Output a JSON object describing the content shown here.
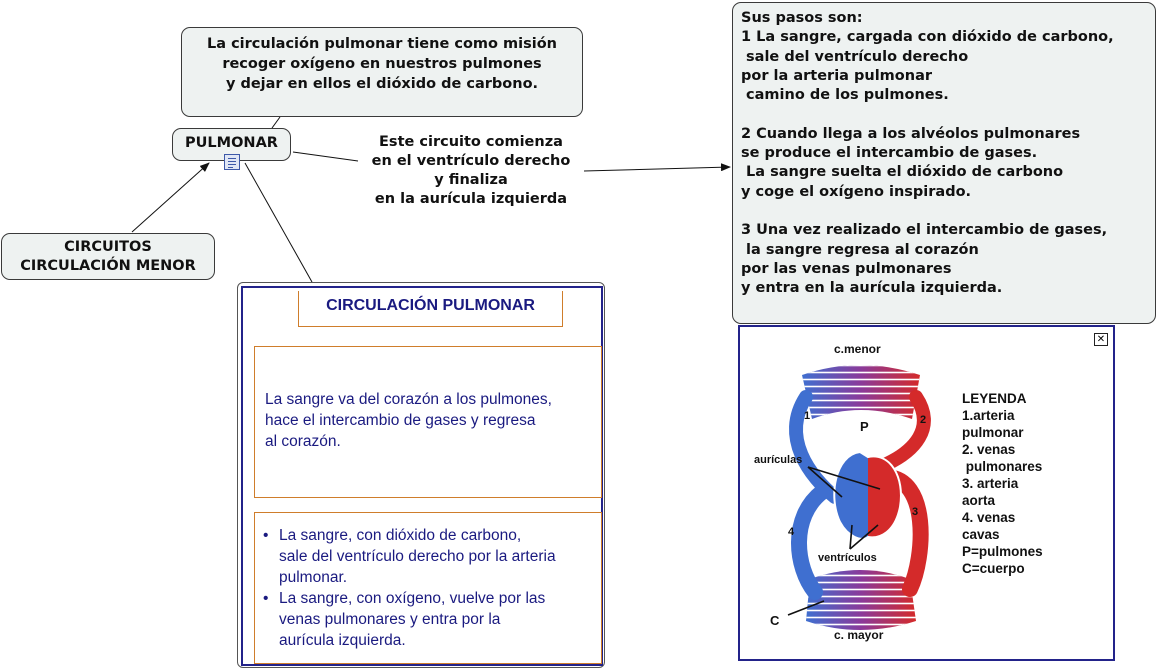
{
  "mission": {
    "lines": [
      "La circulación pulmonar tiene como misión",
      "recoger oxígeno en nuestros pulmones",
      "y dejar en ellos el dióxido de carbono."
    ]
  },
  "central": {
    "label": "PULMONAR",
    "icon": "document-icon"
  },
  "parent": {
    "lines": [
      "CIRCUITOS",
      "CIRCULACIÓN MENOR"
    ]
  },
  "circuit_label": {
    "lines": [
      "Este circuito comienza",
      "en el ventrículo derecho",
      "y finaliza",
      "en la aurícula izquierda"
    ]
  },
  "steps": {
    "lines": [
      "Sus pasos son:",
      "1 La sangre, cargada con dióxido de carbono,",
      " sale del ventrículo derecho",
      "por la arteria pulmonar",
      " camino de los pulmones.",
      "",
      "2 Cuando llega a los alvéolos pulmonares",
      "se produce el intercambio de gases.",
      " La sangre suelta el dióxido de carbono",
      "y coge el oxígeno inspirado.",
      "",
      "3 Una vez realizado el intercambio de gases,",
      " la sangre regresa al corazón",
      "por las venas pulmonares",
      "y entra en la aurícula izquierda."
    ]
  },
  "panel": {
    "title": "CIRCULACIÓN PULMONAR",
    "description_lines": [
      "La sangre va del corazón a los pulmones,",
      "hace el intercambio de gases y regresa",
      "al corazón."
    ],
    "bullets": [
      {
        "marker": "•",
        "lines": [
          "La sangre, con dióxido de carbono,",
          "sale del ventrículo derecho por la arteria",
          "pulmonar."
        ]
      },
      {
        "marker": "•",
        "lines": [
          "La sangre, con oxígeno, vuelve por las",
          "venas pulmonares y entra por la",
          "aurícula izquierda."
        ]
      }
    ]
  },
  "image_panel": {
    "close_symbol": "✕",
    "labels": {
      "c_menor": "c.menor",
      "c_mayor": "c. mayor",
      "auriculas": "aurículas",
      "ventriculos": "ventrículos",
      "p": "P",
      "c": "C",
      "n1": "1",
      "n2": "2",
      "n3": "3",
      "n4": "4"
    },
    "legend": [
      "LEYENDA",
      "1.arteria",
      "pulmonar",
      "2. venas",
      " pulmonares",
      "3. arteria",
      "aorta",
      "4. venas",
      "cavas",
      "P=pulmones",
      "C=cuerpo"
    ],
    "colors": {
      "arterial": "#d42a2a",
      "venous": "#3f6fd0",
      "outline": "#23238a"
    }
  }
}
